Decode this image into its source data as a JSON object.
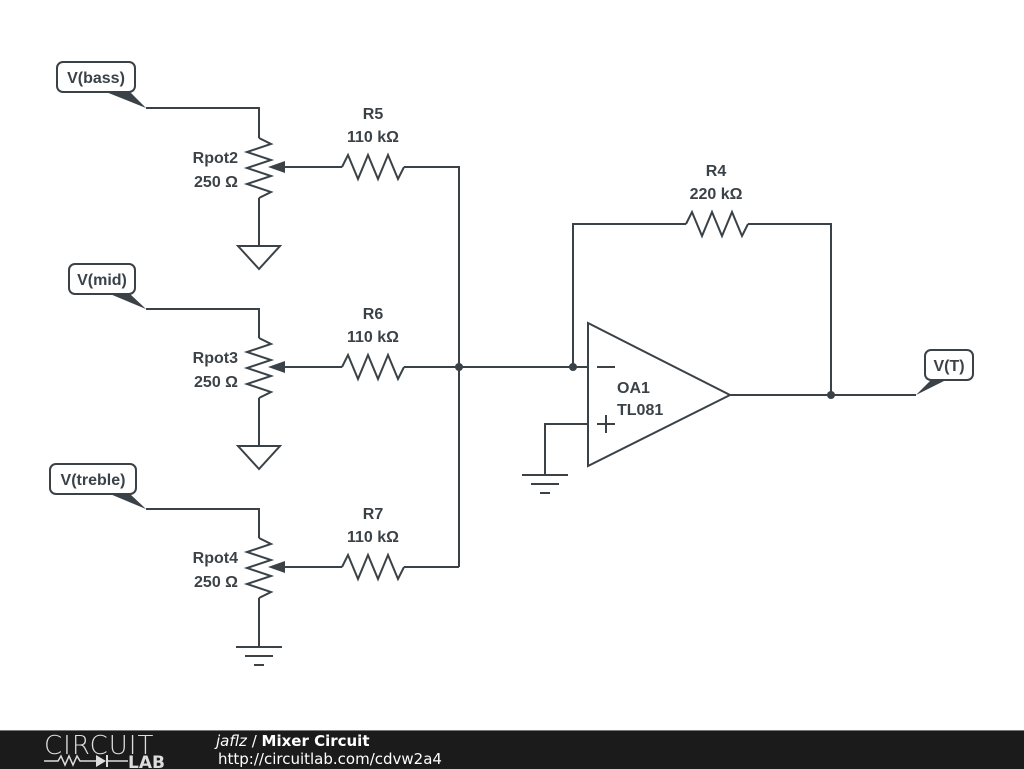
{
  "schematic": {
    "labels": {
      "v_bass": "V(bass)",
      "v_mid": "V(mid)",
      "v_treble": "V(treble)",
      "v_t": "V(T)"
    },
    "components": {
      "rpot2": {
        "name": "Rpot2",
        "value": "250 Ω"
      },
      "rpot3": {
        "name": "Rpot3",
        "value": "250 Ω"
      },
      "rpot4": {
        "name": "Rpot4",
        "value": "250 Ω"
      },
      "r5": {
        "name": "R5",
        "value": "110 kΩ"
      },
      "r6": {
        "name": "R6",
        "value": "110 kΩ"
      },
      "r7": {
        "name": "R7",
        "value": "110 kΩ"
      },
      "r4": {
        "name": "R4",
        "value": "220 kΩ"
      },
      "oa1": {
        "name": "OA1",
        "value": "TL081"
      }
    }
  },
  "footer": {
    "logo_top": "CIRCUIT",
    "logo_bottom": "LAB",
    "author": "jaflz",
    "separator": " / ",
    "title": "Mixer Circuit",
    "url": "http://circuitlab.com/cdvw2a4"
  }
}
